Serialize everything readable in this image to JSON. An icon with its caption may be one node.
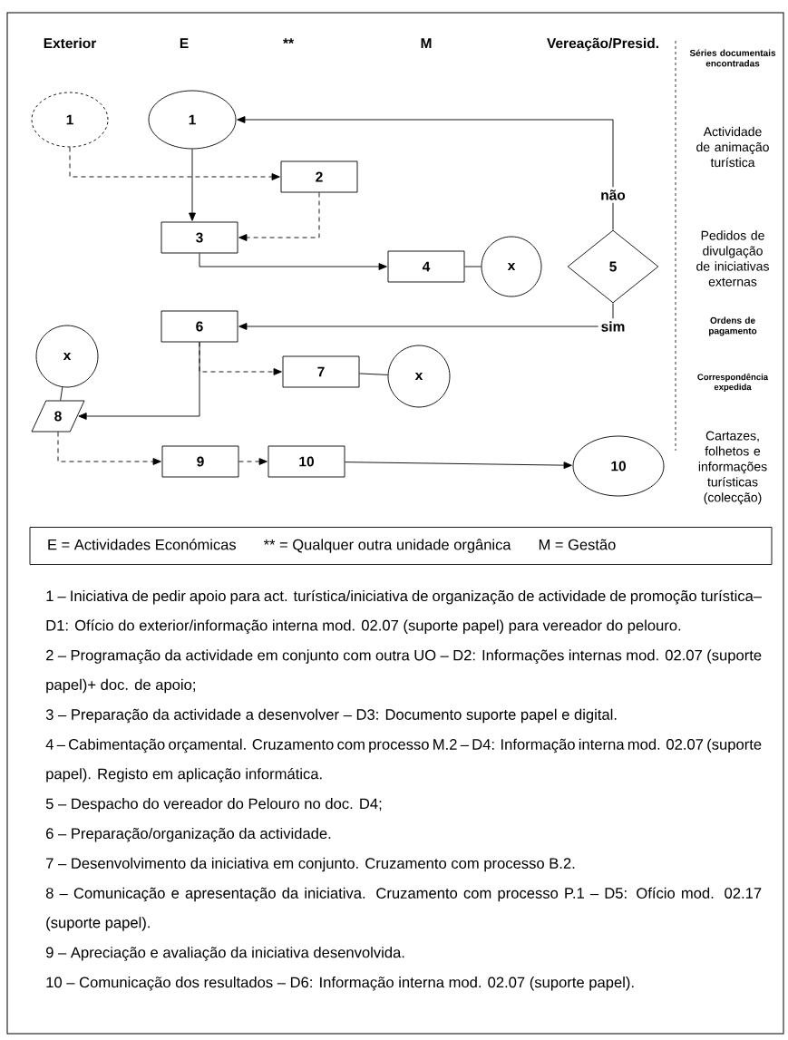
{
  "diagram": {
    "nodes": [
      {
        "text": [
          "1"
        ]
      },
      {
        "text": [
          "1"
        ]
      },
      {
        "text": [
          "2"
        ]
      },
      {
        "text": [
          "3"
        ]
      },
      {
        "text": [
          "4"
        ]
      },
      {
        "text": [
          "x"
        ]
      },
      {
        "text": [
          "5"
        ]
      },
      {
        "text": [
          "6"
        ]
      },
      {
        "text": [
          "x"
        ]
      },
      {
        "text": [
          "7"
        ]
      },
      {
        "text": [
          "x"
        ]
      },
      {
        "text": [
          "8"
        ]
      },
      {
        "text": [
          "9"
        ]
      },
      {
        "text": [
          "10"
        ]
      },
      {
        "text": [
          "10"
        ]
      },
      {
        "text": [
          "E = Actividades Económicas",
          "** = Qualquer outra unidade orgânica",
          "M = Gestão"
        ]
      }
    ],
    "edges": [
      {
        "from": 0,
        "to": 2,
        "arrow": "to",
        "style": "dashed"
      },
      {
        "from": 1,
        "to": 3,
        "arrow": "to"
      },
      {
        "from": 2,
        "to": 3,
        "arrow": "to",
        "style": "dashed"
      },
      {
        "from": 3,
        "to": 4,
        "arrow": "to"
      },
      {
        "from": 4,
        "to": 5,
        "arrow": "none"
      },
      {
        "from": 6,
        "to": 1,
        "arrow": "to",
        "label": "não"
      },
      {
        "from": 6,
        "to": 7,
        "arrow": "to",
        "label": "sim"
      },
      {
        "from": 7,
        "to": 11,
        "arrow": "to"
      },
      {
        "from": 7,
        "to": 9,
        "arrow": "to",
        "style": "dashed"
      },
      {
        "from": 9,
        "to": 10,
        "arrow": "none"
      },
      {
        "from": 8,
        "to": 11,
        "arrow": "none"
      },
      {
        "from": 11,
        "to": 12,
        "arrow": "to",
        "style": "dashed"
      },
      {
        "from": 12,
        "to": 13,
        "arrow": "to",
        "style": "dashed"
      },
      {
        "from": 13,
        "to": 14,
        "arrow": "to"
      }
    ],
    "labels": [
      "Exterior",
      "E",
      "**",
      "M",
      "Vereação/Presid.",
      "Séries documentais encontradas",
      "Actividade de animação turística",
      "Pedidos de divulgação de iniciativas externas",
      "Ordens de pagamento",
      "Correspondência expedida",
      "Cartazes, folhetos e informações turísticas (colecção)",
      "1 – Iniciativa de pedir apoio para act. turística/iniciativa de organização de actividade de promoção turística– D1: Ofício do exterior/informação interna mod. 02.07 (suporte papel) para vereador do pelouro.",
      "2 – Programação da actividade em conjunto com outra UO – D2: Informações internas mod. 02.07 (suporte papel)+ doc. de apoio;",
      "3 – Preparação da actividade a desenvolver – D3: Documento suporte papel e digital.",
      "4 – Cabimentação orçamental. Cruzamento com processo M.2 – D4: Informação interna mod. 02.07 (suporte papel). Registo em aplicação informática.",
      "5 – Despacho do vereador do Pelouro no doc. D4;",
      "6 – Preparação/organização da actividade.",
      "7 – Desenvolvimento da iniciativa em conjunto. Cruzamento com processo B.2.",
      "8 – Comunicação e apresentação da iniciativa. Cruzamento com processo P.1 – D5: Ofício mod. 02.17 (suporte papel).",
      "9 – Apreciação e avaliação da iniciativa desenvolvida.",
      "10 – Comunicação dos resultados – D6: Informação interna mod. 02.07 (suporte papel)."
    ]
  }
}
